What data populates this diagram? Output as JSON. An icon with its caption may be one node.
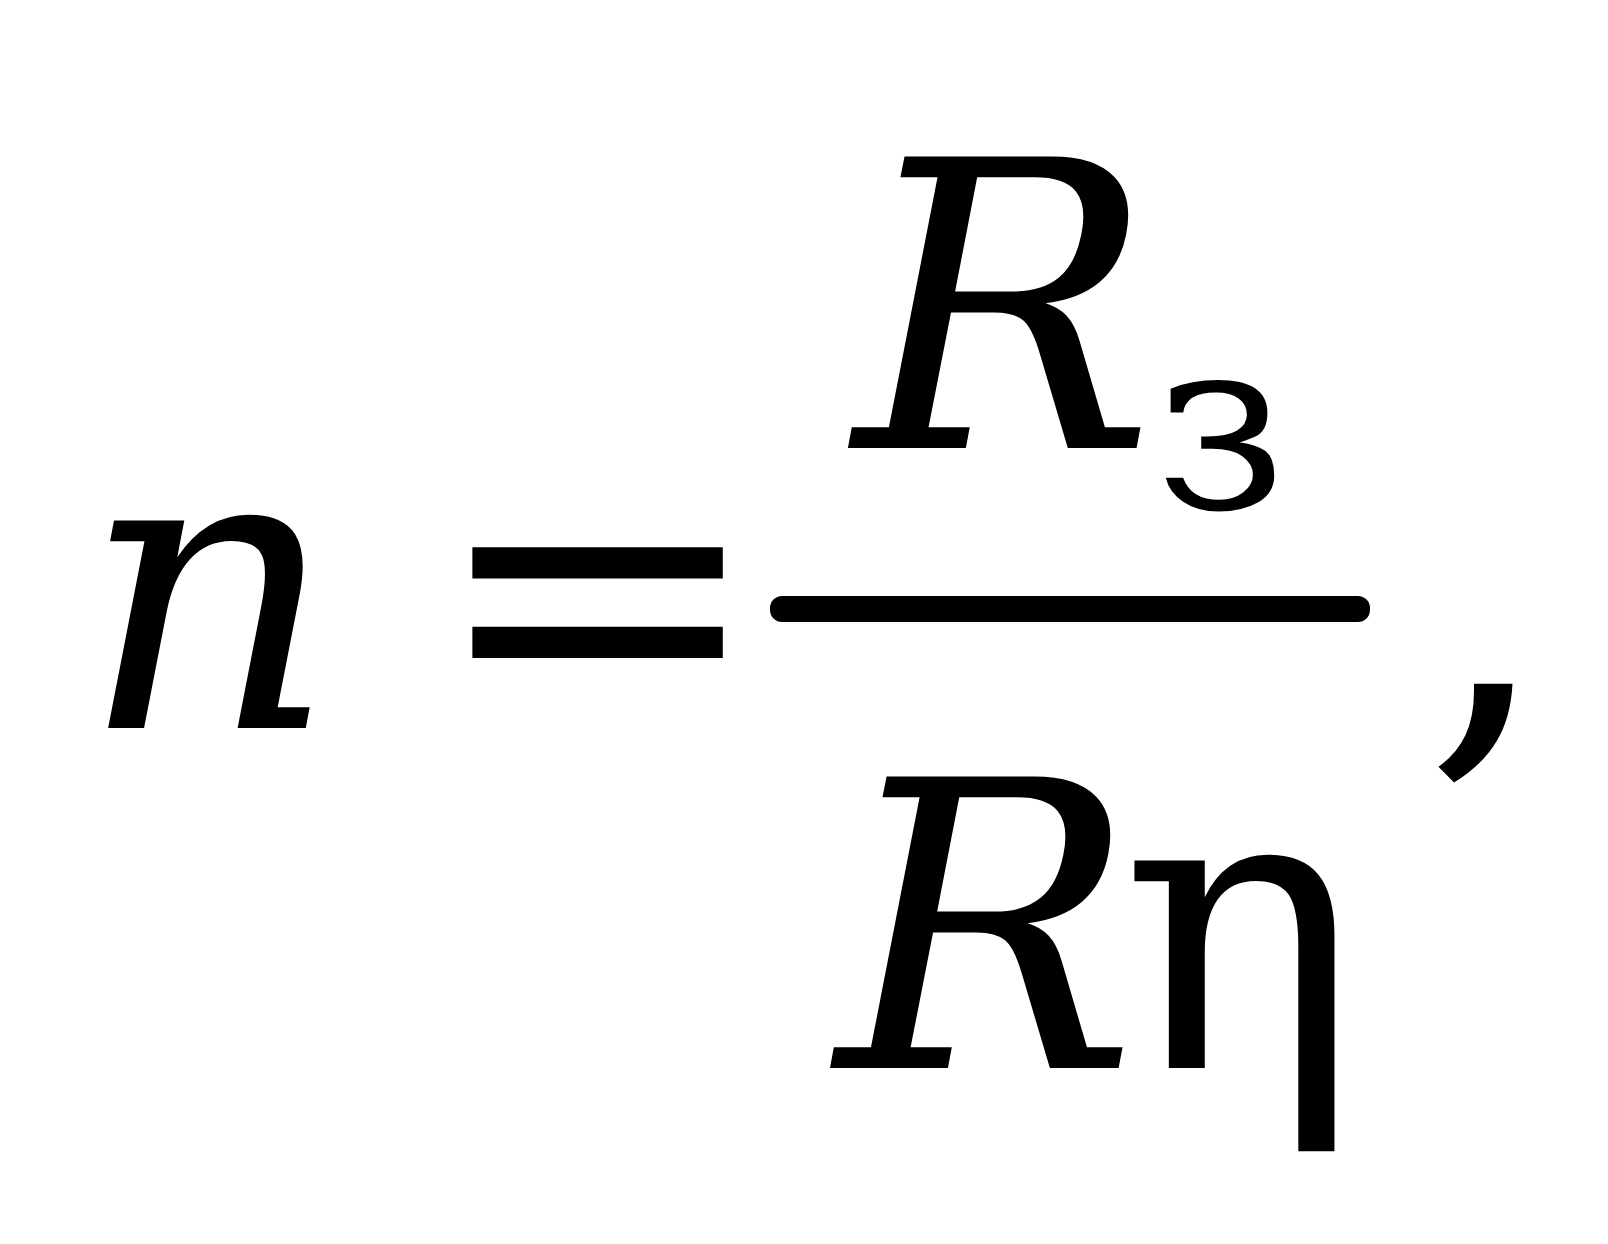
{
  "diagram": {
    "labels": [
      "n",
      "=",
      "*R*$_{з}$",
      "R",
      "η",
      ","
    ]
  }
}
